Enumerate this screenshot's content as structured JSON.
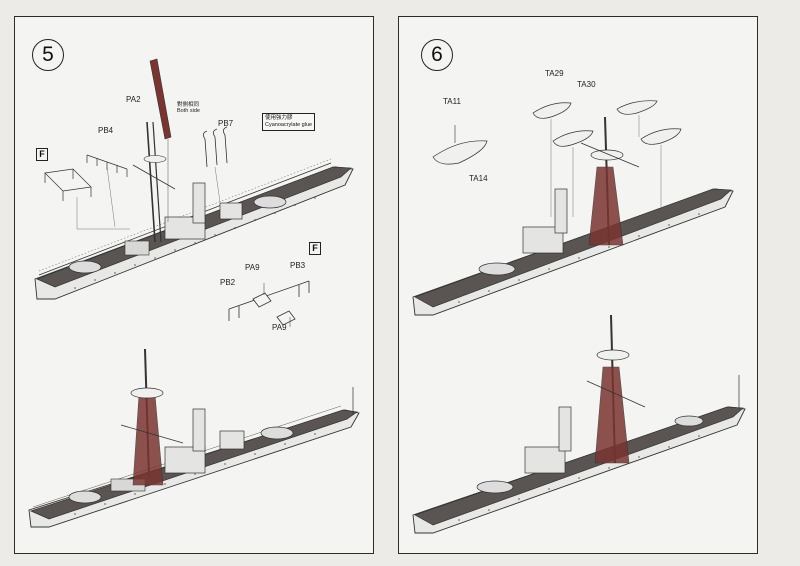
{
  "step5": {
    "number": "5",
    "labels": {
      "pa2": "PA2",
      "pb4": "PB4",
      "pb7": "PB7",
      "both_sides_cn": "對側相同",
      "both_sides_en": "Both side",
      "glue_cn": "使用強力膠",
      "glue_en": "Cyanoacrylate glue",
      "flag_top": "F",
      "flag_mid": "F",
      "pa9_top": "PA9",
      "pb3": "PB3",
      "pb2": "PB2",
      "pa9_bottom": "PA9"
    }
  },
  "step6": {
    "number": "6",
    "labels": {
      "ta11": "TA11",
      "ta29": "TA29",
      "ta30": "TA30",
      "ta14": "TA14"
    }
  },
  "colors": {
    "paper": "#f4f4f2",
    "ink": "#222222",
    "hull": "#e8e8e6",
    "deck": "#5a5552",
    "mast_red": "#8a3c36"
  }
}
